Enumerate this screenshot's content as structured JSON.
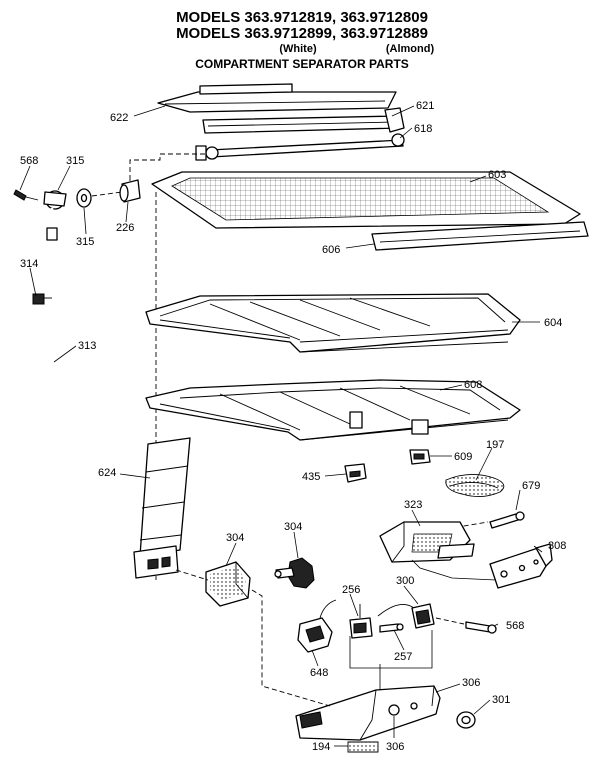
{
  "header": {
    "line1": "MODELS 363.9712819, 363.9712809",
    "line2": "MODELS 363.9712899, 363.9712889",
    "white": "(White)",
    "almond": "(Almond)",
    "subtitle": "COMPARTMENT SEPARATOR PARTS"
  },
  "callouts": {
    "p622": "622",
    "p621": "621",
    "p618": "618",
    "p568a": "568",
    "p315a": "315",
    "p315b": "315",
    "p226": "226",
    "p603": "603",
    "p606": "606",
    "p314": "314",
    "p313": "313",
    "p604": "604",
    "p608": "608",
    "p435": "435",
    "p609": "609",
    "p197": "197",
    "p624": "624",
    "p679": "679",
    "p323": "323",
    "p308": "308",
    "p304a": "304",
    "p304b": "304",
    "p256": "256",
    "p300": "300",
    "p568b": "568",
    "p257": "257",
    "p648": "648",
    "p306a": "306",
    "p301": "301",
    "p194": "194",
    "p306b": "306"
  }
}
